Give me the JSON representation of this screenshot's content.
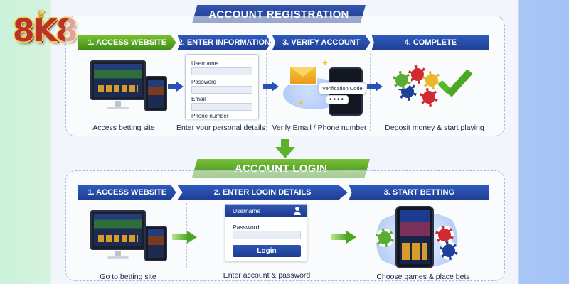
{
  "brand": {
    "logo_text": "8K8"
  },
  "registration": {
    "title": "ACCOUNT REGISTRATION",
    "steps": [
      {
        "label": "1. ACCESS WEBSITE",
        "caption": "Access betting site"
      },
      {
        "label": "2. ENTER INFORMATION",
        "caption": "Enter your personal details"
      },
      {
        "label": "3. VERIFY ACCOUNT",
        "caption": "Verify Email / Phone number"
      },
      {
        "label": "4. COMPLETE",
        "caption": "Deposit money & start playing"
      }
    ],
    "form_fields": [
      "Username",
      "Password",
      "Email",
      "Phone number"
    ],
    "verification_label": "Verification Code",
    "verification_pin": "••••"
  },
  "login": {
    "title": "ACCOUNT LOGIN",
    "steps": [
      {
        "label": "1. ACCESS WEBSITE",
        "caption": "Go to betting site"
      },
      {
        "label": "2. ENTER LOGIN DETAILS",
        "caption": "Enter account & password"
      },
      {
        "label": "3. START BETTING",
        "caption": "Choose games & place bets"
      }
    ],
    "panel_username_label": "Username",
    "panel_password_label": "Password",
    "login_button": "Login"
  },
  "colors": {
    "primary_blue": "#1f3f96",
    "accent_green": "#4ea620",
    "brand_red": "#b8332b",
    "brand_gold": "#f2c94c"
  },
  "icons": [
    "crown-icon",
    "envelope-icon",
    "user-icon",
    "checkmark-icon",
    "casino-chip-icon",
    "sparkle-icon"
  ]
}
